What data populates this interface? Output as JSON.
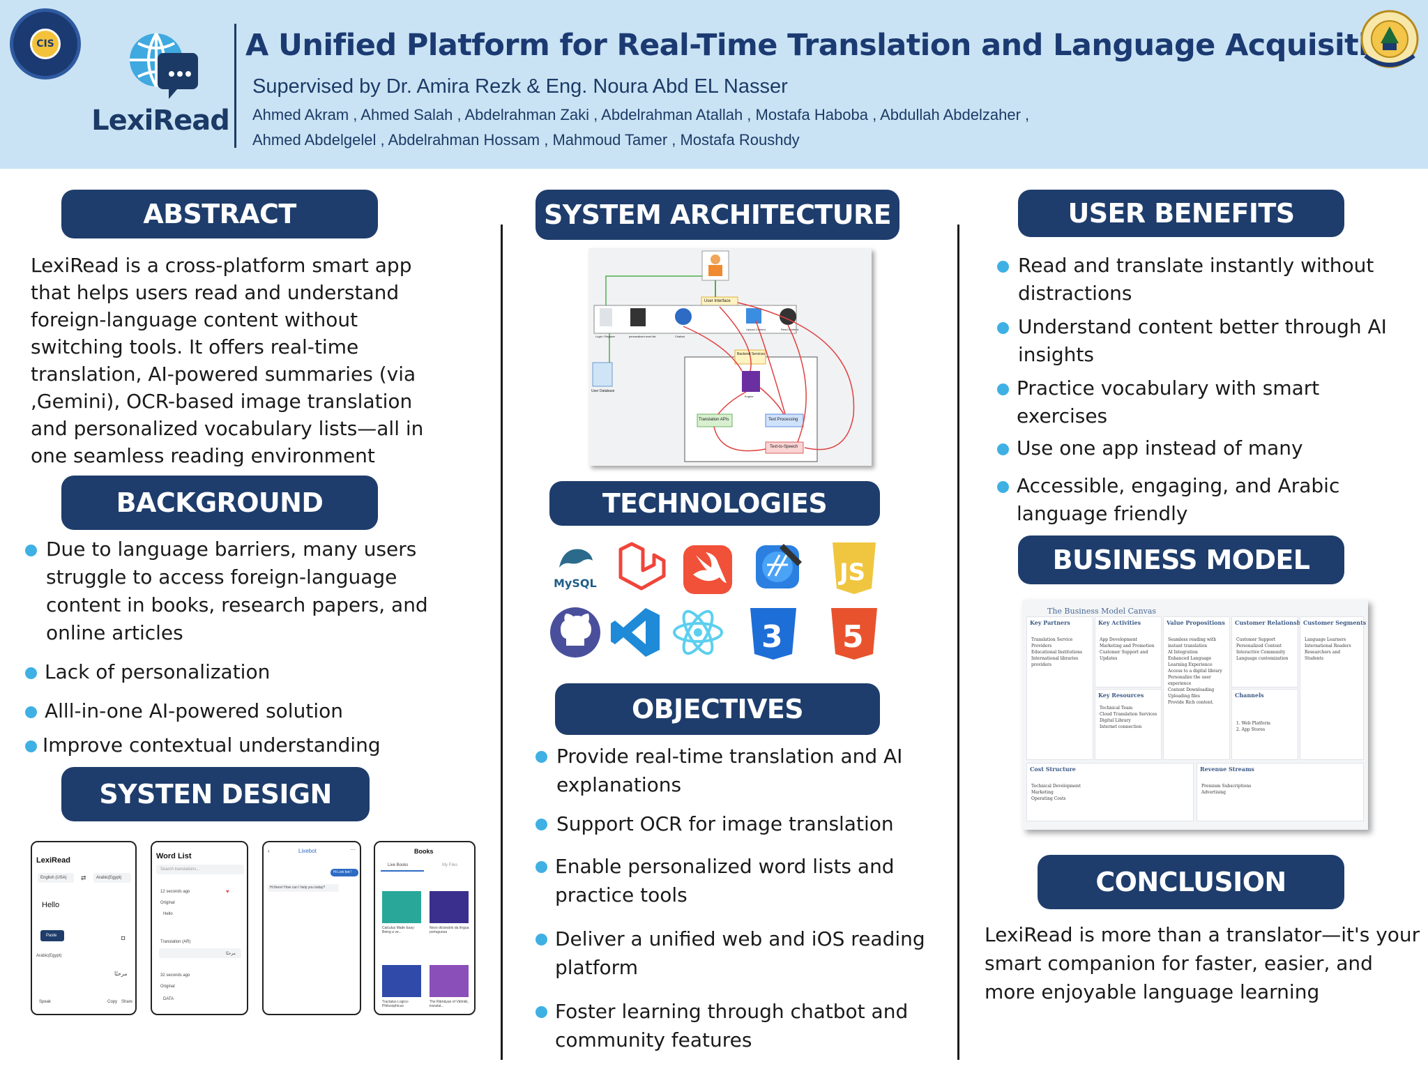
{
  "header": {
    "title": "A Unified Platform for Real-Time Translation and Language Acquisition",
    "supervised": "Supervised by Dr. Amira Rezk  &  Eng. Noura Abd EL Nasser",
    "authors_line1": "Ahmed Akram , Ahmed Salah ,  Abdelrahman Zaki , Abdelrahman Atallah , Mostafa Haboba , Abdullah Abdelzaher ,",
    "authors_line2": "Ahmed Abdelgelel , Abdelrahman Hossam , Mahmoud Tamer ,  Mostafa Roushdy",
    "brand": "LexiRead",
    "left_logo_text": "CIS"
  },
  "abstract": {
    "heading": "ABSTRACT",
    "lines": [
      "LexiRead is a cross-platform smart app",
      "that helps users read and understand",
      "foreign-language content without",
      "switching tools. It offers real-time",
      "translation, AI-powered summaries (via",
      ",Gemini), OCR-based image translation",
      "and personalized vocabulary lists—all in",
      "one seamless reading environment"
    ]
  },
  "background": {
    "heading": "BACKGROUND",
    "items": [
      [
        "Due to language barriers, many users",
        "struggle to access foreign-language",
        "content in books, research papers, and",
        "online articles"
      ],
      [
        "Lack of personalization"
      ],
      [
        "Alll-in-one AI-powered solution"
      ],
      [
        "Improve contextual understanding"
      ]
    ]
  },
  "system_design": {
    "heading": "SYSTEN DESIGN",
    "phones": {
      "p1": {
        "title": "LexiRead",
        "lang_from": "English (USA)",
        "lang_to": "Arabic(Egypt)",
        "input": "Hello",
        "paste": "Paste",
        "out_lang": "Arabic(Egypt)",
        "out_text": "مرحبًا",
        "speak": "Speak",
        "copy": "Copy",
        "share": "Share"
      },
      "p2": {
        "title": "Word List",
        "search": "Search translations...",
        "time1": "12 seconds ago",
        "orig_label": "Original",
        "orig_val": "Hello",
        "trans_label": "Translation (AR)",
        "trans_val": "مرحبًا",
        "time2": "32 seconds ago",
        "orig_val2": "DATA"
      },
      "p3": {
        "title": "Lixebot",
        "user_msg": "Hi Lexi bot !",
        "bot_msg": "Hi there! How can I help you today?"
      },
      "p4": {
        "title": "Books",
        "tab1": "Live Books",
        "tab2": "My Files",
        "b1": "Calculus Made Easy: Being a ve...",
        "b2": "Novo dicionário da língua portuguesa",
        "b3": "Tractatus Logico-Philosophicus",
        "b4": "The Râmâyan of Vâlmiki, translat..."
      }
    }
  },
  "architecture": {
    "heading": "SYSTEM ARCHITECTURE",
    "labels": {
      "ui": "User Interface",
      "backend": "Backend Services",
      "db": "User Database",
      "translation": "Translation APIs",
      "text": "Text Processing",
      "tts": "Text-to-Speech",
      "chatbot": "Chatbot",
      "login": "Login / Register",
      "wordlist": "personalized word list",
      "upload": "Upload Content",
      "read": "Read Content",
      "engine": "Engine"
    }
  },
  "technologies": {
    "heading": "TECHNOLOGIES",
    "items": [
      "mysql-icon",
      "laravel-icon",
      "swift-icon",
      "xcode-icon",
      "javascript-icon",
      "github-icon",
      "vscode-icon",
      "react-icon",
      "css3-icon",
      "html5-icon"
    ],
    "mysql_text": "MySQL",
    "js_text": "JS",
    "css_text": "3",
    "html_text": "5"
  },
  "objectives": {
    "heading": "OBJECTIVES",
    "items": [
      [
        "Provide real-time translation and AI",
        "explanations"
      ],
      [
        "Support OCR for image translation"
      ],
      [
        "Enable personalized word lists and",
        "practice tools"
      ],
      [
        "Deliver a unified web and iOS reading",
        "platform"
      ],
      [
        "Foster learning through chatbot and",
        "community features"
      ]
    ]
  },
  "user_benefits": {
    "heading": "USER BENEFITS",
    "items": [
      [
        "Read and translate instantly without",
        "distractions"
      ],
      [
        "Understand content better through AI",
        "insights"
      ],
      [
        "Practice vocabulary with smart",
        "exercises"
      ],
      [
        "Use one app instead of many"
      ],
      [
        "Accessible, engaging, and Arabic",
        "language friendly"
      ]
    ]
  },
  "business_model": {
    "heading": "BUSINESS MODEL",
    "canvas_title": "The Business Model Canvas",
    "key_partners": {
      "title": "Key Partners",
      "items": [
        "Translation Service Providers",
        "Educational Institutions",
        "International libraries providers"
      ]
    },
    "key_activities": {
      "title": "Key Activities",
      "items": [
        "App Development",
        "Marketing and Promotion",
        "Customer Support and Updates"
      ]
    },
    "key_resources": {
      "title": "Key Resources",
      "items": [
        "Technical Team",
        "Cloud Translation Services",
        "Digital Library",
        "Internet connection"
      ]
    },
    "value_props": {
      "title": "Value Propositions",
      "items": [
        "Seamless reading with instant translation",
        "AI Integration",
        "Enhanced Language Learning Experience",
        "Access to a digital library",
        "Personalize the user experience",
        "Content Downloading",
        "Uploading files",
        "Provide Rich content."
      ]
    },
    "customer_rel": {
      "title": "Customer Relationships",
      "items": [
        "Customer Support",
        "Personalized Content",
        "Interactive Community",
        "Language customization"
      ]
    },
    "channels": {
      "title": "Channels",
      "items": [
        "1. Web Platform",
        "2. App Stores"
      ]
    },
    "segments": {
      "title": "Customer Segments",
      "items": [
        "Language Learners",
        "International Readers",
        "Researchers and Students"
      ]
    },
    "cost": {
      "title": "Cost Structure",
      "items": [
        "Technical Development",
        "Marketing",
        "Operating Costs"
      ]
    },
    "revenue": {
      "title": "Revenue Streams",
      "items": [
        "Premium Subscriptions",
        "Advertising"
      ]
    }
  },
  "conclusion": {
    "heading": "CONCLUSION",
    "lines": [
      "LexiRead is more than a translator—it's your",
      "smart companion for faster, easier, and",
      "more enjoyable language learning"
    ]
  },
  "colors": {
    "navy": "#1e3d6c",
    "header_bg": "#c9e3f4",
    "bullet": "#3fb0e3",
    "title": "#1c3a72"
  }
}
